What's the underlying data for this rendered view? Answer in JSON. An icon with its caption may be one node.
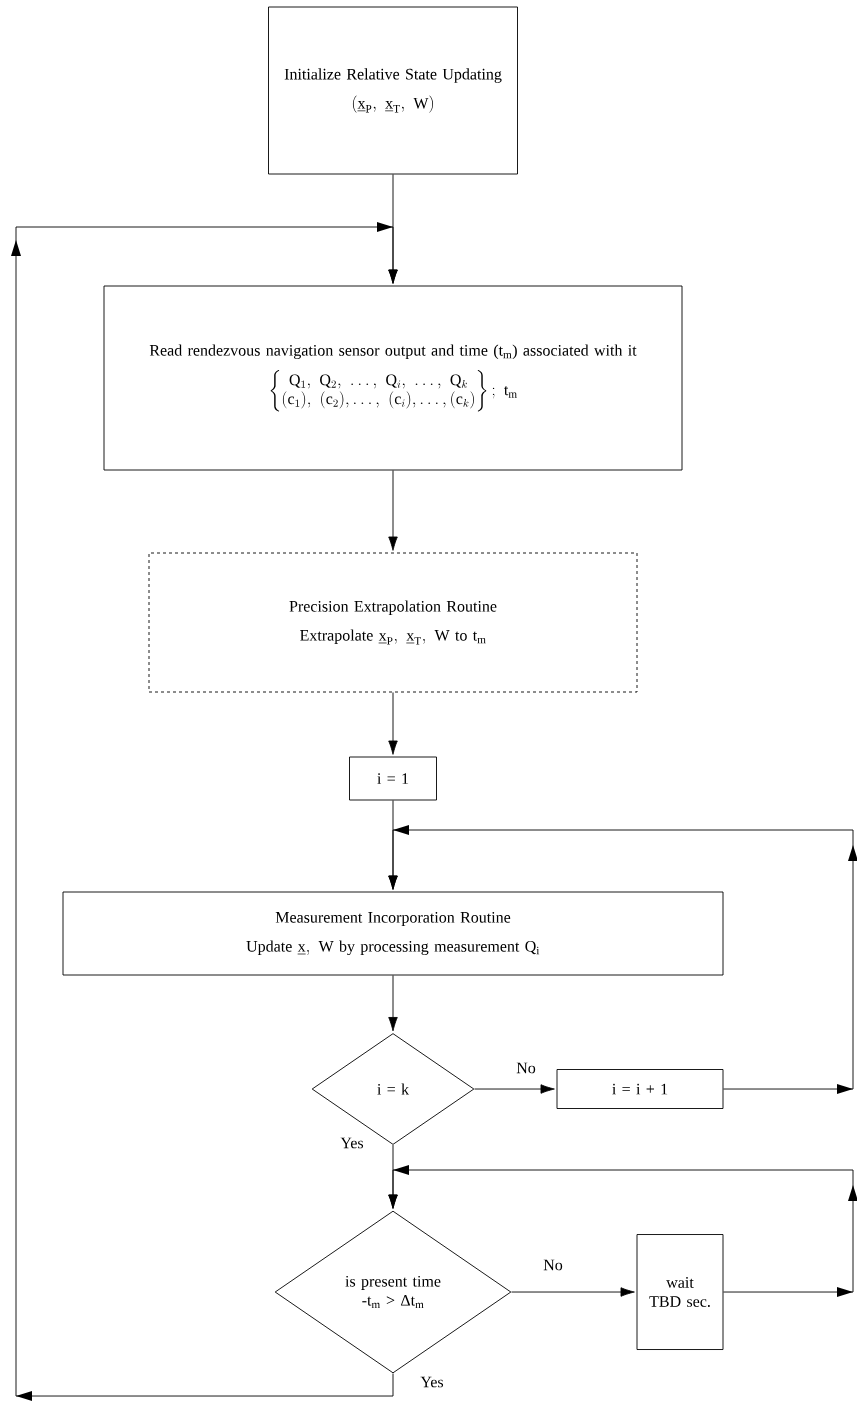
{
  "diagram": {
    "nodes": [
      {
        "text": [
          "Initialize Relative State Updating",
          "(\\underline{\\mathrm{x}}_{\\mathrm{P}},\\ \\underline{\\mathrm{x}}_{\\mathrm{T}},\\ \\mathrm{W})"
        ]
      },
      {
        "text": [
          "Read rendezvous navigation sensor output and time (t$_{m}$) associated with it",
          "\\left\\{\\begin{matrix}\\mathrm{Q}_1,\\ \\mathrm{Q}_2,\\ \\ldots,\\ \\mathrm{Q}_i,\\ \\ldots,\\ \\mathrm{Q}_k\\\\ (\\mathrm{c}_1),\\ (\\mathrm{c}_2),\\ldots,\\ (\\mathrm{c}_i),\\ldots,(\\mathrm{c}_k)\\end{matrix}\\right\\};\\ \\mathrm{t}_{\\mathrm{m}}"
        ]
      },
      {
        "text": [
          "Precision Extrapolation Routine",
          "\\text{Extrapolate }\\underline{\\mathrm{x}}_{\\mathrm{P}},\\ \\underline{\\mathrm{x}}_{\\mathrm{T}},\\ \\mathrm{W}\\text{ to }\\mathrm{t}_{\\mathrm{m}}"
        ]
      },
      {
        "text": [
          "i = 1"
        ]
      },
      {
        "text": [
          "Measurement Incorporation Routine",
          "\\text{Update }\\underline{\\mathrm{x}},\\ \\mathrm{W}\\text{ by processing measurement }\\mathrm{Q}_{\\mathrm{i}}"
        ]
      },
      {
        "text": [
          "i = k"
        ]
      },
      {
        "text": [
          "i = i + 1"
        ]
      },
      {
        "text": [
          "is present time -t$_{m}$ > Δt$_{m}$"
        ]
      },
      {
        "text": [
          "wait TBD sec."
        ]
      }
    ],
    "edges": [
      {
        "from": 0,
        "to": 1,
        "arrow": "to"
      },
      {
        "from": 1,
        "to": 2,
        "arrow": "to"
      },
      {
        "from": 2,
        "to": 3,
        "arrow": "to"
      },
      {
        "from": 3,
        "to": 4,
        "arrow": "to"
      },
      {
        "from": 4,
        "to": 5,
        "arrow": "to"
      },
      {
        "from": 5,
        "to": 6,
        "arrow": "to",
        "label": "No"
      },
      {
        "from": 6,
        "to": 4,
        "arrow": "to"
      },
      {
        "from": 5,
        "to": 7,
        "arrow": "to",
        "label": "Yes"
      },
      {
        "from": 7,
        "to": 8,
        "arrow": "to",
        "label": "No"
      },
      {
        "from": 8,
        "to": 7,
        "arrow": "to"
      },
      {
        "from": 7,
        "to": 1,
        "arrow": "to",
        "label": "Yes"
      }
    ]
  }
}
